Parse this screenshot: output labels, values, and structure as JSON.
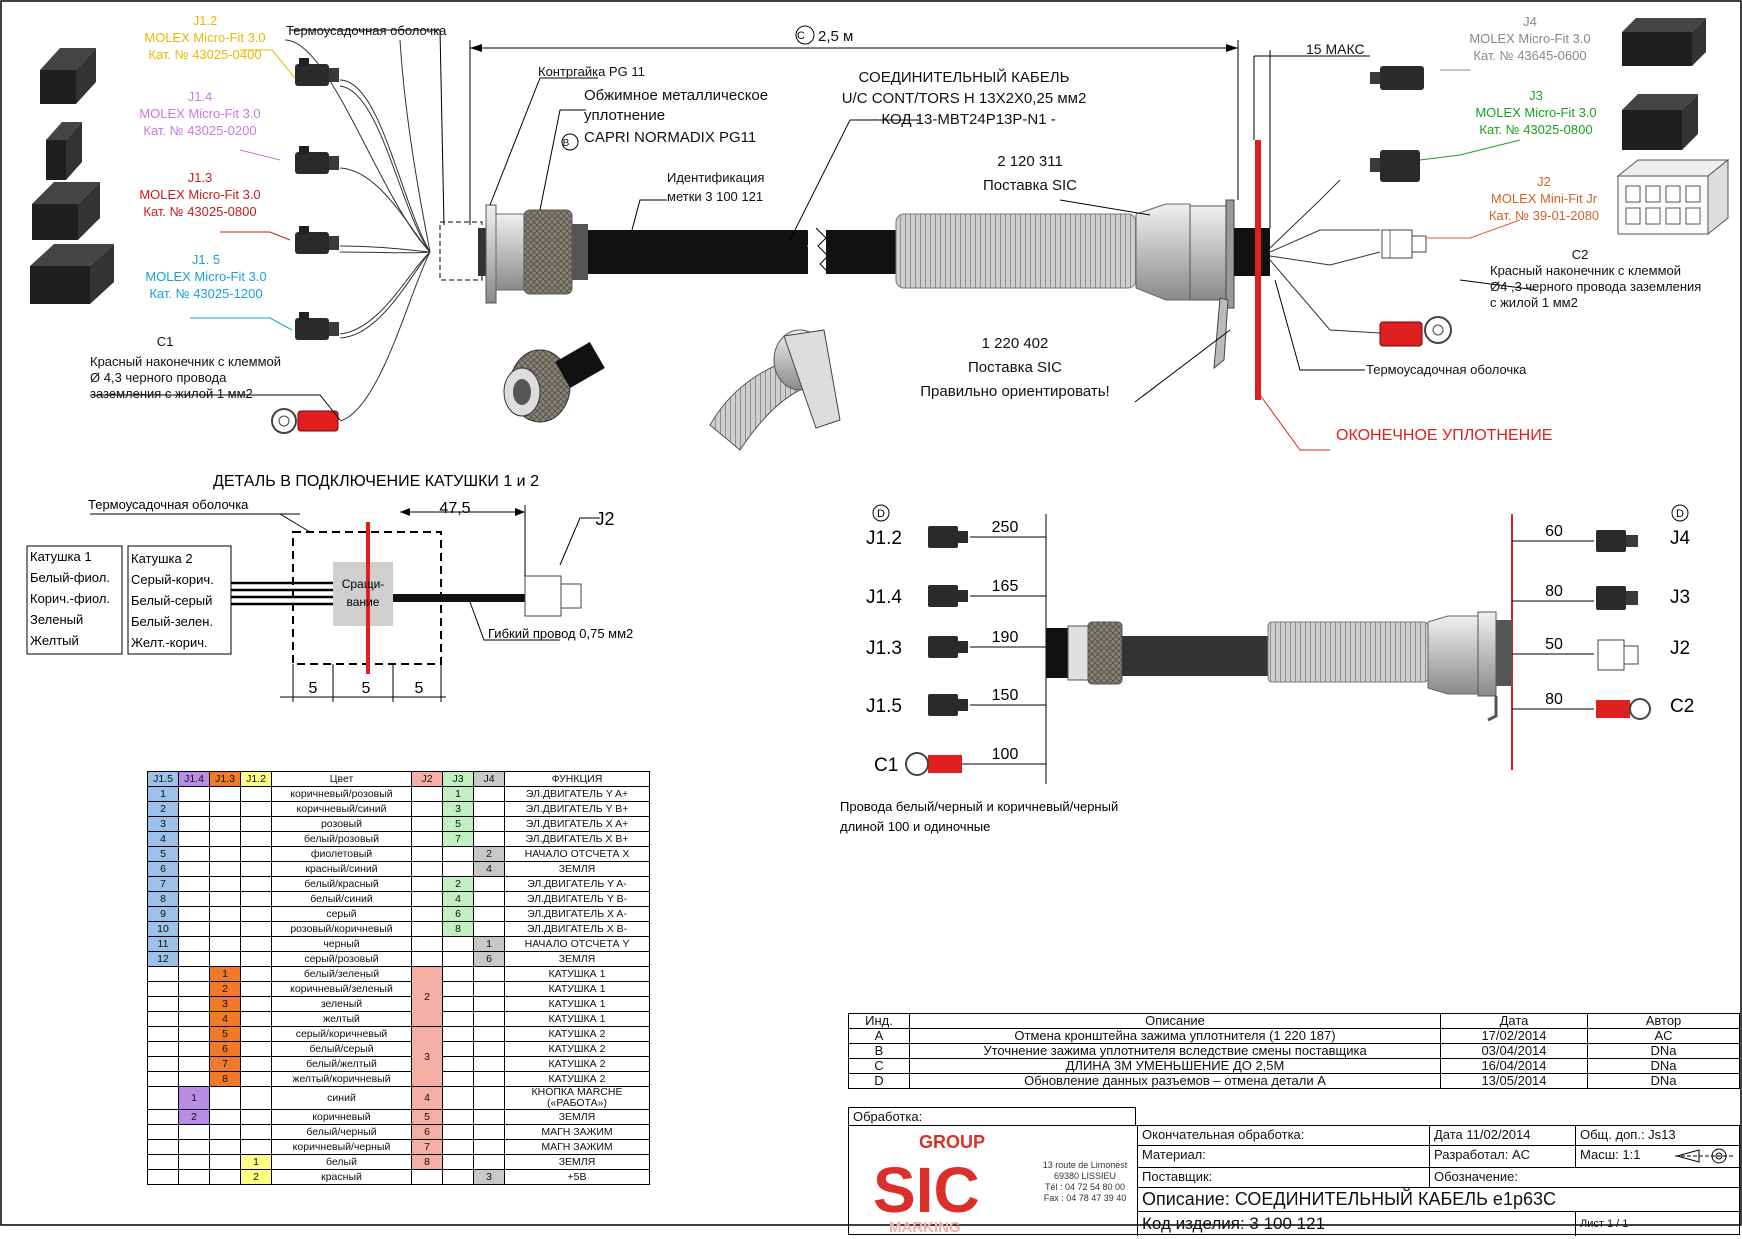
{
  "top_labels": {
    "j12": [
      "J1.2",
      "MOLEX Micro-Fit 3.0",
      "Кат. № 43025-0400"
    ],
    "j14": [
      "J1.4",
      "MOLEX Micro-Fit 3.0",
      "Кат. № 43025-0200"
    ],
    "j13": [
      "J1.3",
      "MOLEX Micro-Fit 3.0",
      "Кат. № 43025-0800"
    ],
    "j15": [
      "J1. 5",
      "MOLEX Micro-Fit 3.0",
      "Кат. № 43025-1200"
    ],
    "c1": [
      "C1",
      "Красный наконечник с клеммой",
      "Ø 4,3 черного провода",
      "заземления с жилой 1 мм2"
    ],
    "heat_shrink_top": "Термоусадочная оболочка",
    "locknut": "Контргайка PG 11",
    "gland": [
      "Обжимное металлическое",
      "уплотнение"
    ],
    "gland_ref": "B",
    "gland_name": "CAPRI NORMADIX PG11",
    "ident": [
      "Идентификация",
      "метки 3 100 121"
    ],
    "length_ref": "C",
    "length": "2,5 м",
    "cable_title": [
      "СОЕДИНИТЕЛЬНЫЙ КАБЕЛЬ",
      "U/C CONT/TORS H 13X2X0,25 мм2",
      "- КОД 13-MBT24P13P-N1 -"
    ],
    "part1": [
      "2 120 311",
      "Поставка SIC"
    ],
    "part2": [
      "1 220 402",
      "Поставка SIC",
      "Правильно ориентировать!"
    ],
    "max15": "15 МАКС",
    "j4": [
      "J4",
      "MOLEX Micro-Fit 3.0",
      "Кат. № 43645-0600"
    ],
    "j3": [
      "J3",
      "MOLEX Micro-Fit 3.0",
      "Кат. № 43025-0800"
    ],
    "j2": [
      "J2",
      "MOLEX Mini-Fit Jr",
      "Кат. № 39-01-2080"
    ],
    "c2": [
      "C2",
      "Красный наконечник с клеммой",
      "Ø4 ,3 черного провода заземления",
      "с жилой 1 мм2"
    ],
    "heat_shrink_right": "Термоусадочная оболочка",
    "end_seal": "ОКОНЕЧНОЕ УПЛОТНЕНИЕ"
  },
  "detail": {
    "title": "ДЕТАЛЬ В  ПОДКЛЮЧЕНИЕ КАТУШКИ 1 и 2",
    "heat_shrink": "Термоусадочная оболочка",
    "coil1": [
      "Катушка 1",
      "Белый-фиол.",
      "Корич.-фиол.",
      "Зеленый",
      "Желтый"
    ],
    "coil2": [
      "Катушка 2",
      "Серый-корич.",
      "Белый-серый",
      "Белый-зелен.",
      "Желт.-корич."
    ],
    "splice": [
      "Сращи-",
      "вание"
    ],
    "dim_475": "47,5",
    "j2": "J2",
    "wire": "Гибкий провод 0,75 мм2",
    "dims": [
      "5",
      "5",
      "5"
    ]
  },
  "lengths": {
    "ref": "D",
    "left": [
      {
        "label": "J1.2",
        "len": "250"
      },
      {
        "label": "J1.4",
        "len": "165"
      },
      {
        "label": "J1.3",
        "len": "190"
      },
      {
        "label": "J1.5",
        "len": "150"
      },
      {
        "label": "C1",
        "len": "100"
      }
    ],
    "right": [
      {
        "label": "J4",
        "len": "60"
      },
      {
        "label": "J3",
        "len": "80"
      },
      {
        "label": "J2",
        "len": "50"
      },
      {
        "label": "C2",
        "len": "80"
      }
    ],
    "note": [
      "Провода белый/черный и коричневый/черный",
      "длиной 100 и одиночные"
    ]
  },
  "wire_table": {
    "headers": [
      "J1.5",
      "J1.4",
      "J1.3",
      "J1.2",
      "Цвет",
      "J2",
      "J3",
      "J4",
      "ФУНКЦИЯ"
    ],
    "rows": [
      [
        "1",
        "",
        "",
        "",
        "коричневый/розовый",
        "",
        "1",
        "",
        "ЭЛ.ДВИГАТЕЛЬ Y A+"
      ],
      [
        "2",
        "",
        "",
        "",
        "коричневый/синий",
        "",
        "3",
        "",
        "ЭЛ.ДВИГАТЕЛЬ Y B+"
      ],
      [
        "3",
        "",
        "",
        "",
        "розовый",
        "",
        "5",
        "",
        "ЭЛ.ДВИГАТЕЛЬ X A+"
      ],
      [
        "4",
        "",
        "",
        "",
        "белый/розовый",
        "",
        "7",
        "",
        "ЭЛ.ДВИГАТЕЛЬ X B+"
      ],
      [
        "5",
        "",
        "",
        "",
        "фиолетовый",
        "",
        "",
        "2",
        "НАЧАЛО ОТСЧЕТА X"
      ],
      [
        "6",
        "",
        "",
        "",
        "красный/синий",
        "",
        "",
        "4",
        "ЗЕМЛЯ"
      ],
      [
        "7",
        "",
        "",
        "",
        "белый/красный",
        "",
        "2",
        "",
        "ЭЛ.ДВИГАТЕЛЬ Y A-"
      ],
      [
        "8",
        "",
        "",
        "",
        "белый/синий",
        "",
        "4",
        "",
        "ЭЛ.ДВИГАТЕЛЬ Y B-"
      ],
      [
        "9",
        "",
        "",
        "",
        "серый",
        "",
        "6",
        "",
        "ЭЛ.ДВИГАТЕЛЬ X A-"
      ],
      [
        "10",
        "",
        "",
        "",
        "розовый/коричневый",
        "",
        "8",
        "",
        "ЭЛ.ДВИГАТЕЛЬ X B-"
      ],
      [
        "11",
        "",
        "",
        "",
        "черный",
        "",
        "",
        "1",
        "НАЧАЛО ОТСЧЕТА Y"
      ],
      [
        "12",
        "",
        "",
        "",
        "серый/розовый",
        "",
        "",
        "6",
        "ЗЕМЛЯ"
      ],
      [
        "",
        "",
        "1",
        "",
        "белый/зеленый",
        "2",
        "",
        "",
        "КАТУШКА 1"
      ],
      [
        "",
        "",
        "2",
        "",
        "коричневый/зеленый",
        "",
        "",
        "",
        "КАТУШКА 1"
      ],
      [
        "",
        "",
        "3",
        "",
        "зеленый",
        "",
        "",
        "",
        "КАТУШКА 1"
      ],
      [
        "",
        "",
        "4",
        "",
        "желтый",
        "",
        "",
        "",
        "КАТУШКА 1"
      ],
      [
        "",
        "",
        "5",
        "",
        "серый/коричневый",
        "3",
        "",
        "",
        "КАТУШКА 2"
      ],
      [
        "",
        "",
        "6",
        "",
        "белый/серый",
        "",
        "",
        "",
        "КАТУШКА 2"
      ],
      [
        "",
        "",
        "7",
        "",
        "белый/желтый",
        "",
        "",
        "",
        "КАТУШКА 2"
      ],
      [
        "",
        "",
        "8",
        "",
        "желтый/коричневый",
        "",
        "",
        "",
        "КАТУШКА 2"
      ],
      [
        "",
        "1",
        "",
        "",
        "синий",
        "4",
        "",
        "",
        "КНОПКА MARCHE («РАБОТА»)"
      ],
      [
        "",
        "2",
        "",
        "",
        "коричневый",
        "5",
        "",
        "",
        "ЗЕМЛЯ"
      ],
      [
        "",
        "",
        "",
        "",
        "белый/черный",
        "6",
        "",
        "",
        "МАГН ЗАЖИМ"
      ],
      [
        "",
        "",
        "",
        "",
        "коричневый/черный",
        "7",
        "",
        "",
        "МАГН ЗАЖИМ"
      ],
      [
        "",
        "",
        "",
        "1",
        "белый",
        "8",
        "",
        "",
        "ЗЕМЛЯ"
      ],
      [
        "",
        "",
        "",
        "2",
        "красный",
        "",
        "",
        "3",
        "+5В"
      ]
    ]
  },
  "title_block": {
    "rev_headers": [
      "Инд.",
      "Описание",
      "Дата",
      "Автор"
    ],
    "revisions": [
      [
        "A",
        "Отмена кронштейна зажима уплотнителя (1 220 187)",
        "17/02/2014",
        "AC"
      ],
      [
        "B",
        "Уточнение зажима уплотнителя вследствие смены поставщика",
        "03/04/2014",
        "DNa"
      ],
      [
        "C",
        "ДЛИНА 3М УМЕНЬШЕНИЕ ДО 2,5М",
        "16/04/2014",
        "DNa"
      ],
      [
        "D",
        "Обновление данных разъемов – отмена детали A",
        "13/05/2014",
        "DNa"
      ]
    ],
    "processing": "Обработка:",
    "final_processing": "Окончательная обработка:",
    "date": "Дата 11/02/2014",
    "tolerance": "Общ. доп.: Js13",
    "material": "Материал:",
    "developed": "Разработал: AC",
    "scale": "Масш: 1:1",
    "supplier": "Поставщик:",
    "designation": "Обозначение:",
    "description": "Описание: СОЕДИНИТЕЛЬНЫЙ КАБЕЛЬ e1p63C",
    "part_code": "Код изделия: 3 100 121",
    "sheet": "Лист 1 / 1",
    "logo_group": "GROUP",
    "logo_sic": "SIC",
    "logo_marking": "MARKING",
    "address": [
      "13 route de Limonest",
      "69380 LISSIEU",
      "Tél : 04 72 54 80 00",
      "Fax : 04 78 47 39 40"
    ]
  },
  "colors": {
    "red": "#e02020",
    "yellow": "#e8b800",
    "violet": "#c878e0",
    "darkred": "#c41e1e",
    "cyan": "#1aa0d8",
    "green": "#1aa020",
    "orange": "#d4622a"
  }
}
